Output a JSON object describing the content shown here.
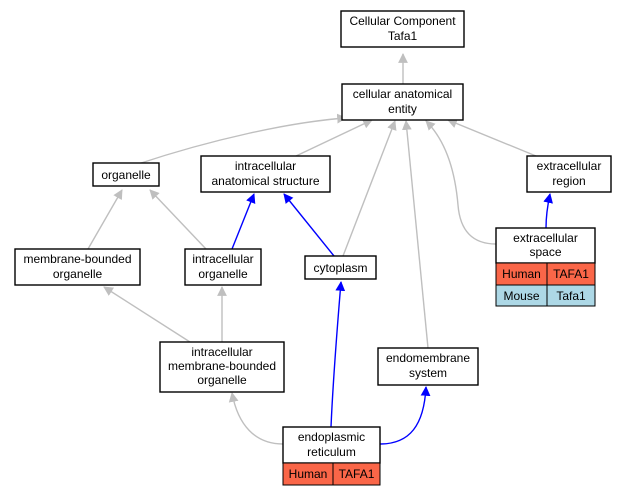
{
  "colors": {
    "is_a_edge": "#bfbfbf",
    "part_of_edge": "#0000ff",
    "human": "#fa6648",
    "mouse": "#add8e6"
  },
  "nodes": {
    "root": {
      "line1": "Cellular Component",
      "line2": "Tafa1"
    },
    "cae": {
      "line1": "cellular anatomical",
      "line2": "entity"
    },
    "organelle": {
      "line1": "organelle"
    },
    "ias": {
      "line1": "intracellular",
      "line2": "anatomical structure"
    },
    "ecr": {
      "line1": "extracellular",
      "line2": "region"
    },
    "mbo": {
      "line1": "membrane-bounded",
      "line2": "organelle"
    },
    "io": {
      "line1": "intracellular",
      "line2": "organelle"
    },
    "cyto": {
      "line1": "cytoplasm"
    },
    "ecs": {
      "line1": "extracellular",
      "line2": "space",
      "annotations": [
        {
          "species": "Human",
          "gene": "TAFA1"
        },
        {
          "species": "Mouse",
          "gene": "Tafa1"
        }
      ]
    },
    "imbo": {
      "line1": "intracellular",
      "line2": "membrane-bounded",
      "line3": "organelle"
    },
    "ems": {
      "line1": "endomembrane",
      "line2": "system"
    },
    "er": {
      "line1": "endoplasmic",
      "line2": "reticulum",
      "annotations": [
        {
          "species": "Human",
          "gene": "TAFA1"
        }
      ]
    }
  }
}
